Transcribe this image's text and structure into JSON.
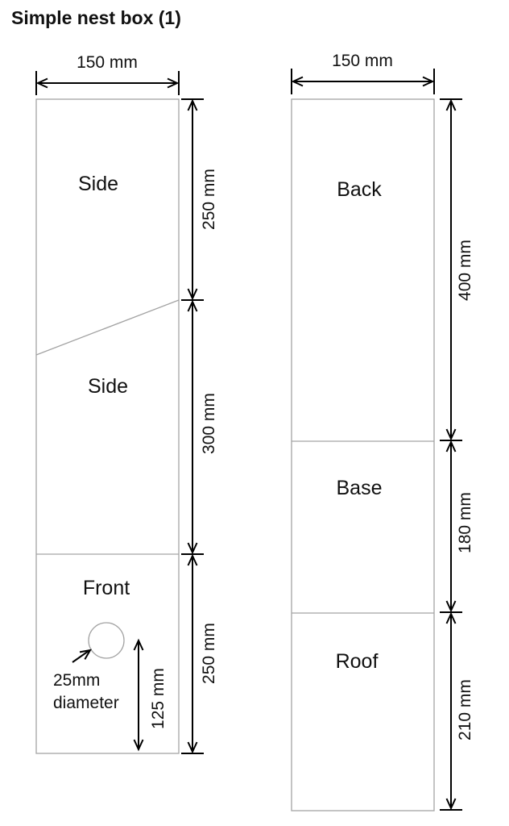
{
  "title": "Simple nest box (1)",
  "diagram": {
    "left_panel": {
      "width_label": "150 mm",
      "sections": [
        {
          "label": "Side",
          "dim": "250 mm"
        },
        {
          "label": "Side",
          "dim": "300 mm"
        },
        {
          "label": "Front",
          "dim": "250 mm"
        }
      ],
      "hole": {
        "note_line1": "25mm",
        "note_line2": "diameter",
        "offset_dim": "125 mm"
      }
    },
    "right_panel": {
      "width_label": "150 mm",
      "sections": [
        {
          "label": "Back",
          "dim": "400 mm"
        },
        {
          "label": "Base",
          "dim": "180 mm"
        },
        {
          "label": "Roof",
          "dim": "210 mm"
        }
      ]
    },
    "colors": {
      "drawing_lines": "#000000",
      "panel_outline": "#a3a3a3",
      "background": "#ffffff",
      "text": "#111111"
    }
  }
}
